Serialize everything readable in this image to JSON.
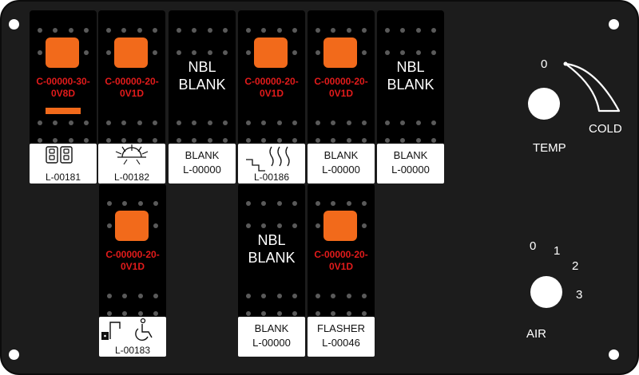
{
  "switches": [
    {
      "code": "C-00000-30-\n0V8D"
    },
    {
      "code": "C-00000-20-\n0V1D"
    },
    {
      "nbl": "NBL\nBLANK"
    },
    {
      "code": "C-00000-20-\n0V1D"
    },
    {
      "code": "C-00000-20-\n0V1D"
    },
    {
      "nbl": "NBL\nBLANK"
    },
    {
      "code": "C-00000-20-\n0V1D"
    },
    {
      "nbl": "NBL\nBLANK"
    },
    {
      "code": "C-00000-20-\n0V1D"
    }
  ],
  "labels": [
    {
      "icon": "dual-rocker-icon",
      "code": "L-00181"
    },
    {
      "icon": "light-icon",
      "code": "L-00182"
    },
    {
      "line1": "BLANK",
      "line2": "L-00000"
    },
    {
      "icon": "heat-step-icon",
      "code": "L-00186"
    },
    {
      "line1": "BLANK",
      "line2": "L-00000"
    },
    {
      "line1": "BLANK",
      "line2": "L-00000"
    },
    {
      "icon": "door-accessible-icon",
      "code": "L-00183"
    },
    {
      "line1": "BLANK",
      "line2": "L-00000"
    },
    {
      "line1": "FLASHER",
      "line2": "L-00046"
    }
  ],
  "temp": {
    "label": "TEMP",
    "zero": "0",
    "cold": "COLD"
  },
  "air": {
    "label": "AIR",
    "positions": [
      "0",
      "1",
      "2",
      "3"
    ]
  }
}
